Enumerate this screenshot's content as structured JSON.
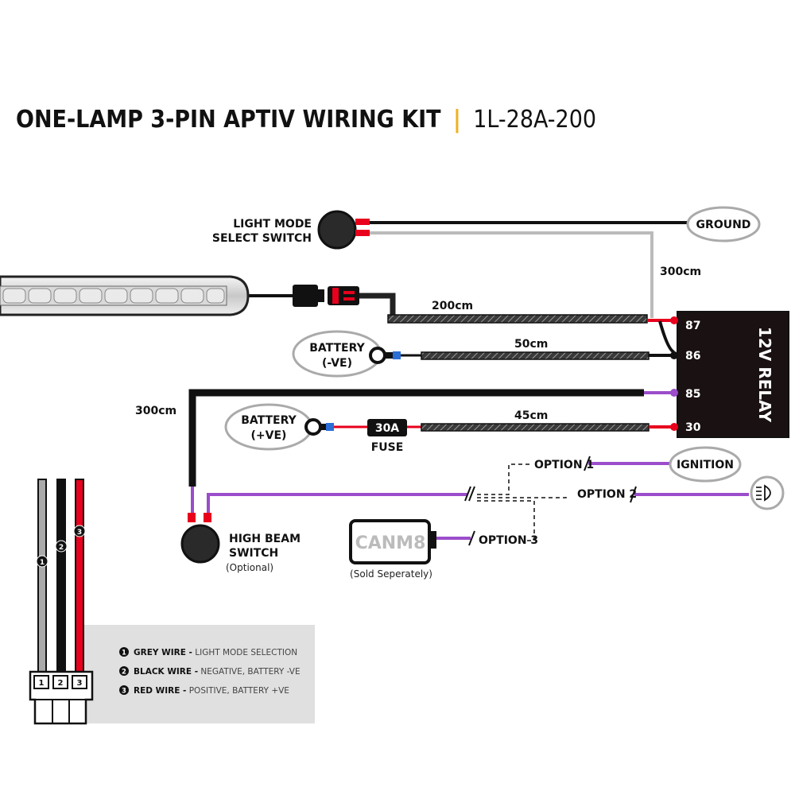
{
  "title": {
    "main": "ONE-LAMP 3-PIN APTIV WIRING KIT",
    "separator": "|",
    "code": "1L-28A-200"
  },
  "colors": {
    "accent": "#f2b01e",
    "wire_black": "#111111",
    "wire_grey": "#bbbbbb",
    "wire_red": "#e8001c",
    "wire_purple": "#9b4dca",
    "wire_blue": "#2a6fd6",
    "relay": "#1a1212",
    "legend_bg": "#e0e0e0"
  },
  "labels": {
    "light_mode_switch_line1": "LIGHT MODE",
    "light_mode_switch_line2": "SELECT SWITCH",
    "ground": "GROUND",
    "len_300_top": "300cm",
    "len_200": "200cm",
    "len_50": "50cm",
    "len_45": "45cm",
    "len_300_left": "300cm",
    "battery_neg_line1": "BATTERY",
    "battery_neg_line2": "(-VE)",
    "battery_pos_line1": "BATTERY",
    "battery_pos_line2": "(+VE)",
    "fuse_value": "30A",
    "fuse_label": "FUSE",
    "relay": "12V RELAY",
    "pin_87": "87",
    "pin_86": "86",
    "pin_85": "85",
    "pin_30": "30",
    "option1": "OPTION 1",
    "option2": "OPTION 2",
    "option3": "OPTION 3",
    "ignition": "IGNITION",
    "high_beam_line1": "HIGH BEAM",
    "high_beam_line2": "SWITCH",
    "high_beam_optional": "(Optional)",
    "canm8": "CANM8",
    "canm8_note": "(Sold Seperately)"
  },
  "connector_pins": [
    "1",
    "2",
    "3"
  ],
  "legend": [
    {
      "num": "1",
      "strong": "GREY WIRE -",
      "light": " LIGHT MODE SELECTION"
    },
    {
      "num": "2",
      "strong": "BLACK WIRE -",
      "light": " NEGATIVE, BATTERY -VE"
    },
    {
      "num": "3",
      "strong": "RED WIRE -",
      "light": " POSITIVE, BATTERY +VE"
    }
  ]
}
